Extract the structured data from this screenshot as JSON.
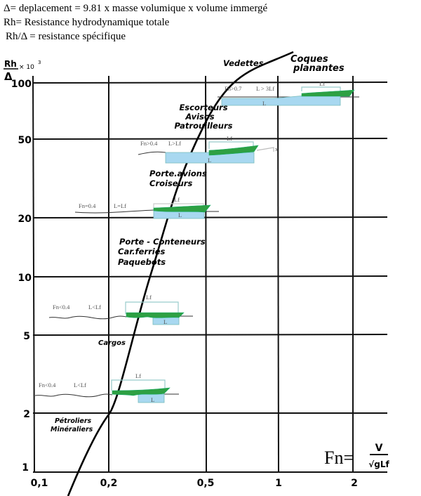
{
  "header": {
    "line1": "Δ= deplacement = 9.81 x masse volumique x volume immergé",
    "line2": "Rh= Resistance hydrodynamique totale",
    "line3": "Rh/Δ = resistance spécifique"
  },
  "axes": {
    "y_title_num": "Rh",
    "y_title_den": "Δ",
    "y_title_mult": "× 10",
    "y_title_exp": "3",
    "y_ticks": [
      "100",
      "50",
      "20",
      "10",
      "5",
      "2",
      "1"
    ],
    "x_ticks": [
      "0,1",
      "0,2",
      "0,5",
      "1",
      "2"
    ],
    "x_formula": {
      "lhs": "Fn=",
      "num": "V",
      "den": "√gLf"
    }
  },
  "categories": {
    "vedettes": "Vedettes",
    "coques": [
      "Coques",
      "planantes"
    ],
    "escorteurs": [
      "Escorteurs",
      "Avisos",
      "Patrouilleurs"
    ],
    "porte_avions": [
      "Porte.avions",
      "Croiseurs"
    ],
    "porte_conteneurs": [
      "Porte - Conteneurs",
      "Car.ferries",
      "Paquebots"
    ],
    "cargos": "Cargos",
    "petroliers": [
      "Pétroliers",
      "Minéraliers"
    ]
  },
  "ships": [
    {
      "fn": "Fn>0.7",
      "ratio": "L > 3Lf",
      "lf": "Lf",
      "l": "L"
    },
    {
      "fn": "Fn>0.4",
      "ratio": "L>Lf",
      "lf": "Lf",
      "l": "L",
      "x": "x"
    },
    {
      "fn": "Fn=0.4",
      "ratio": "L=Lf",
      "lf": "Lf",
      "l": "L"
    },
    {
      "fn": "Fn<0.4",
      "ratio": "L<Lf",
      "lf": "Lf",
      "l": "L"
    },
    {
      "fn": "Fn<0.4",
      "ratio": "L<Lf",
      "lf": "Lf",
      "l": "L"
    }
  ]
}
